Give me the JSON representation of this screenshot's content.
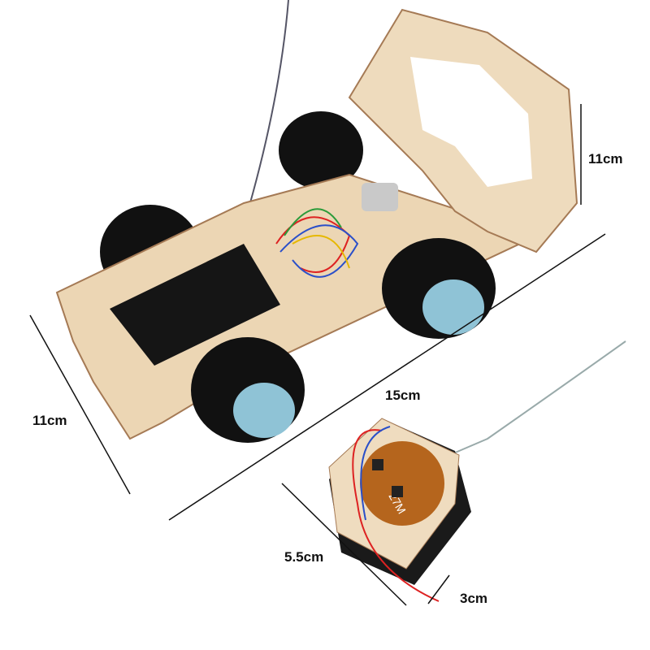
{
  "dimensions": {
    "car_height": "11cm",
    "car_width": "11cm",
    "car_length": "15cm",
    "remote_length": "5.5cm",
    "remote_width": "3cm"
  },
  "pcb_label": "27M",
  "colors": {
    "wood": "#e9d2b0",
    "wood_edge": "#8a5a3a",
    "tire": "#111111",
    "hub": "#8fc3d6",
    "pcb": "#b5651d"
  }
}
